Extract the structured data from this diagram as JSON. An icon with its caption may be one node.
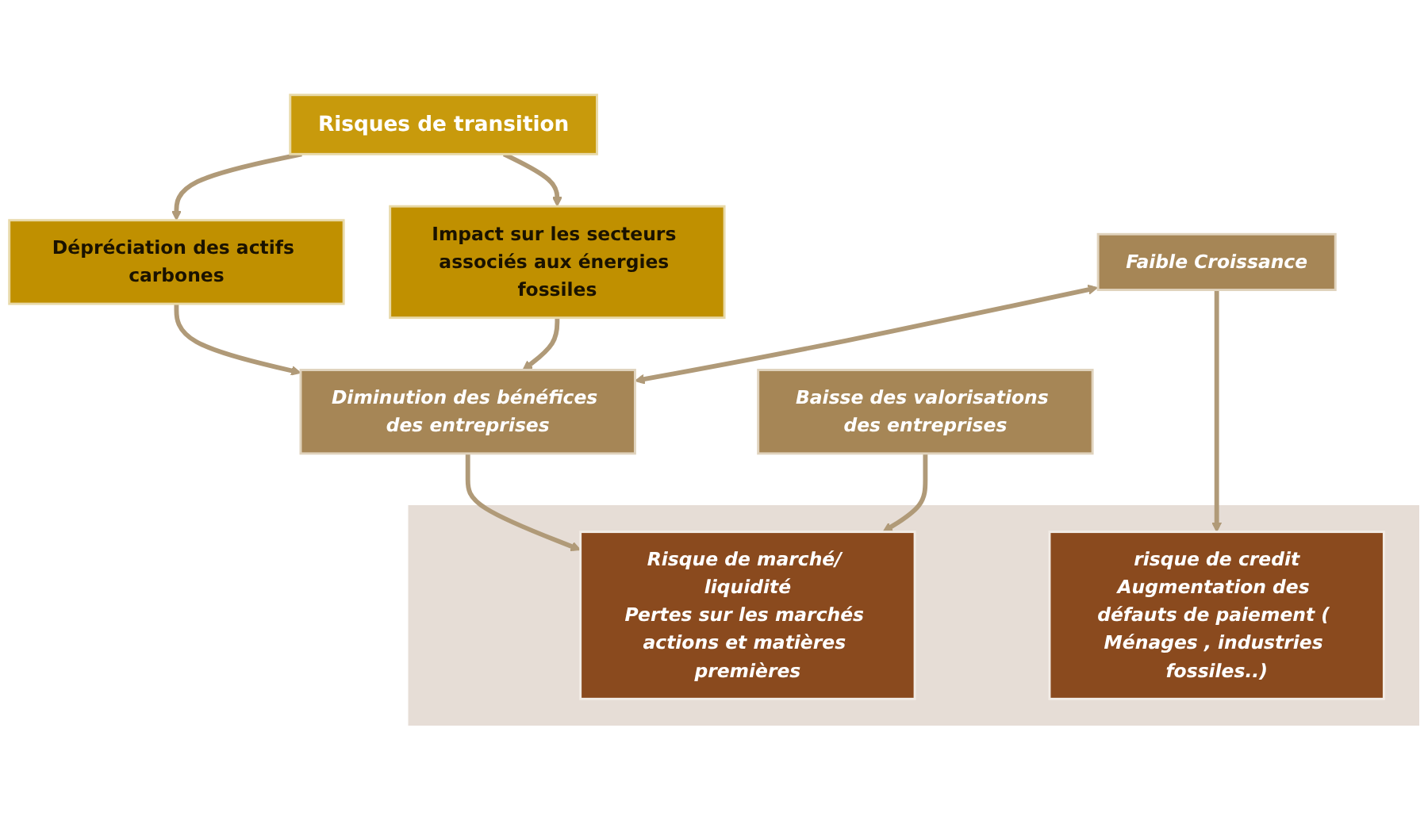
{
  "diagram": {
    "nodes": [
      {
        "text": [
          "Risques de transition"
        ]
      },
      {
        "text": [
          "Dépréciation des actifs carbones"
        ]
      },
      {
        "text": [
          "Impact sur les secteurs associés aux énergies fossiles"
        ]
      },
      {
        "text": [
          "Faible Croissance"
        ]
      },
      {
        "text": [
          "Diminution des bénéfices des entreprises"
        ]
      },
      {
        "text": [
          "Baisse des valorisations des entreprises"
        ]
      },
      {
        "text": [],
        "shape": "band"
      },
      {
        "text": [
          "risque de credit",
          "Augmentation des défauts de paiement ( Ménages , industries fossiles..)"
        ],
        "in": 6
      },
      {
        "text": [
          "Risque de marché/ liquidité",
          "Pertes sur les marchés actions et matières premières"
        ],
        "in": 6
      }
    ],
    "edges": [
      {
        "from": 0,
        "to": 1,
        "arrow": "to"
      },
      {
        "from": 0,
        "to": 2,
        "arrow": "to"
      },
      {
        "from": 1,
        "to": 4,
        "arrow": "to"
      },
      {
        "from": 2,
        "to": 4,
        "arrow": "to"
      },
      {
        "from": 3,
        "to": 4,
        "arrow": "both"
      },
      {
        "from": 3,
        "to": 7,
        "arrow": "to"
      },
      {
        "from": 4,
        "to": 8,
        "arrow": "to"
      },
      {
        "from": 5,
        "to": 8,
        "arrow": "to"
      }
    ]
  }
}
